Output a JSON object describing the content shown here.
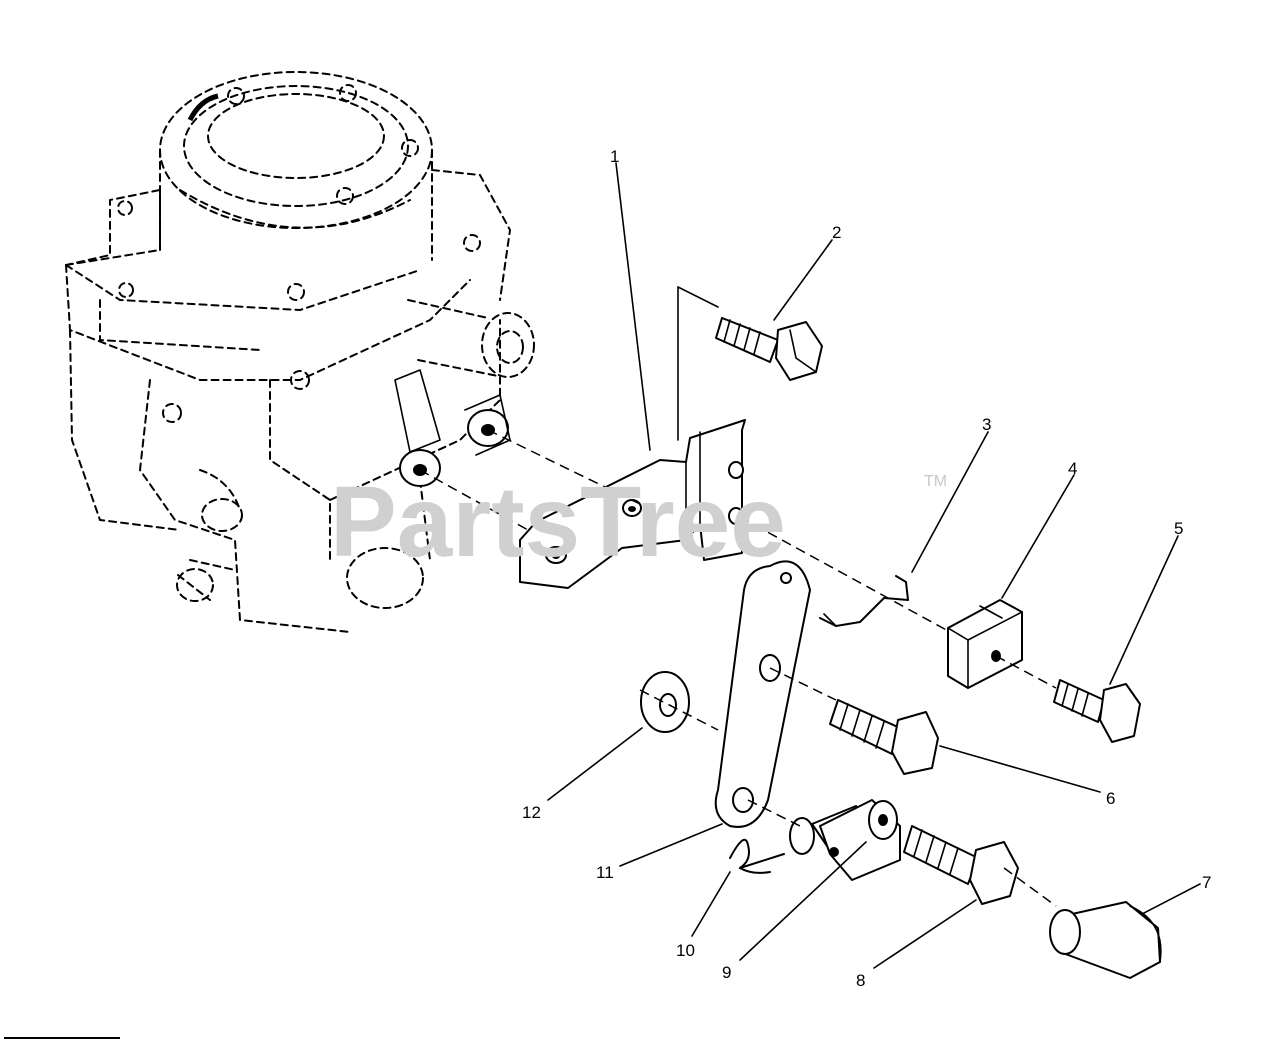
{
  "watermark": {
    "text": "PartsTree",
    "trademark": "TM"
  },
  "callouts": [
    {
      "id": "1",
      "label": "1"
    },
    {
      "id": "2",
      "label": "2"
    },
    {
      "id": "3",
      "label": "3"
    },
    {
      "id": "4",
      "label": "4"
    },
    {
      "id": "5",
      "label": "5"
    },
    {
      "id": "6",
      "label": "6"
    },
    {
      "id": "7",
      "label": "7"
    },
    {
      "id": "8",
      "label": "8"
    },
    {
      "id": "9",
      "label": "9"
    },
    {
      "id": "10",
      "label": "10"
    },
    {
      "id": "11",
      "label": "11"
    },
    {
      "id": "12",
      "label": "12"
    }
  ]
}
